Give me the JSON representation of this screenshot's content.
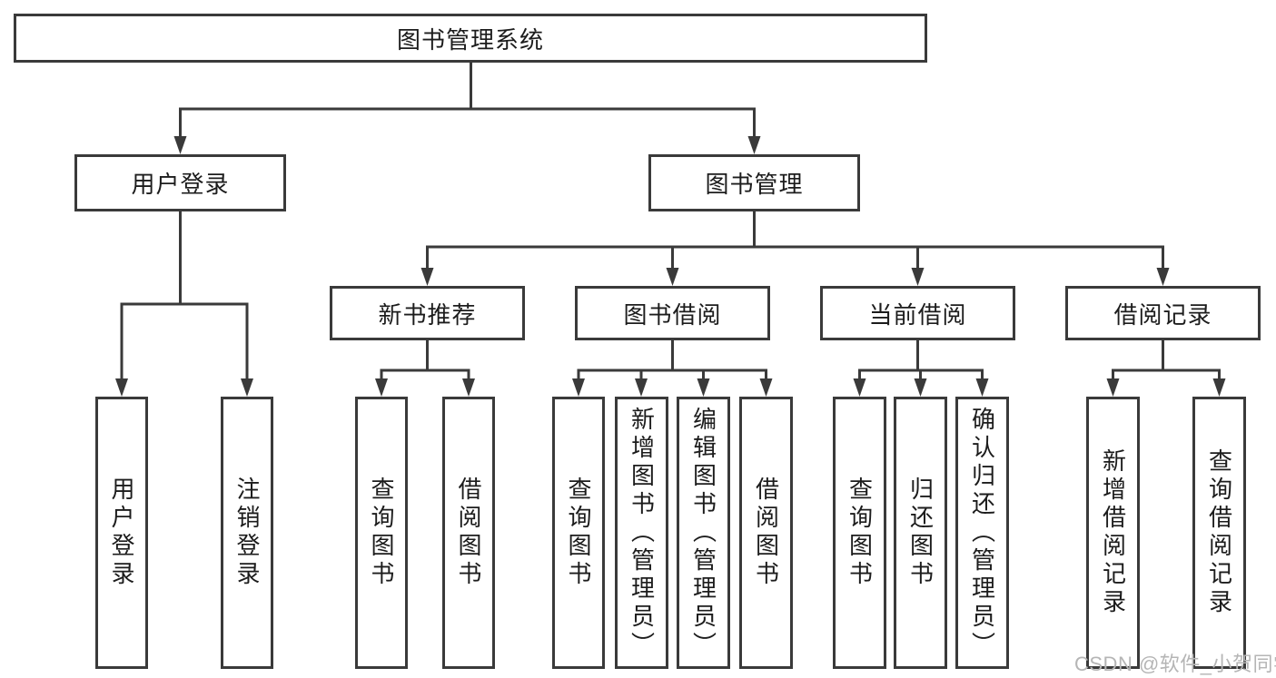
{
  "diagram": {
    "root": {
      "label": "图书管理系统"
    },
    "level2": [
      {
        "label": "用户登录"
      },
      {
        "label": "图书管理"
      }
    ],
    "level3": [
      {
        "label": "新书推荐"
      },
      {
        "label": "图书借阅"
      },
      {
        "label": "当前借阅"
      },
      {
        "label": "借阅记录"
      }
    ],
    "leaves": {
      "user_login": [
        {
          "label": "用户登录"
        },
        {
          "label": "注销登录"
        }
      ],
      "new_book": [
        {
          "label": "查询图书"
        },
        {
          "label": "借阅图书"
        }
      ],
      "book_borrow": [
        {
          "label": "查询图书"
        },
        {
          "label": "新增图书（管理员）"
        },
        {
          "label": "编辑图书（管理员）"
        },
        {
          "label": "借阅图书"
        }
      ],
      "current_borrow": [
        {
          "label": "查询图书"
        },
        {
          "label": "归还图书"
        },
        {
          "label": "确认归还（管理员）"
        }
      ],
      "borrow_records": [
        {
          "label": "新增借阅记录"
        },
        {
          "label": "查询借阅记录"
        }
      ]
    }
  },
  "watermark": {
    "text": "CSDN @软件_小贺同学"
  },
  "colors": {
    "line": "#3a3a3a",
    "text": "#1c1c1c",
    "watermark": "#b5b5b5",
    "background": "#ffffff"
  }
}
